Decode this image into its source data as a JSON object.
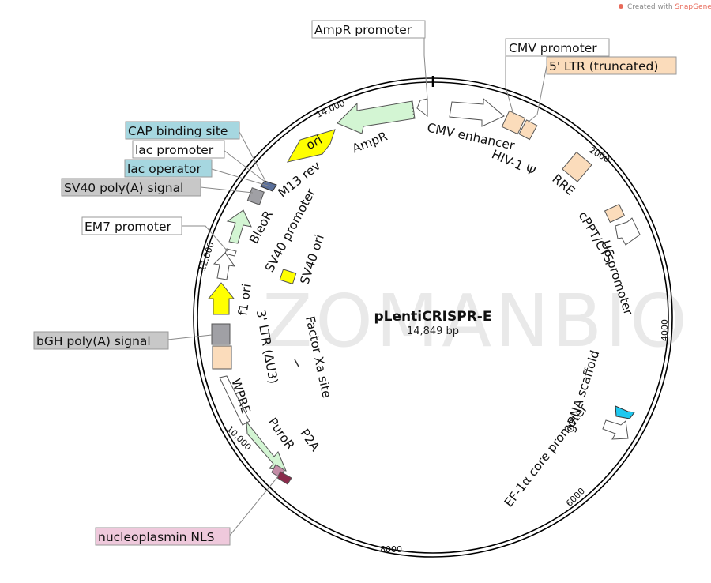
{
  "credit": {
    "prefix": "Created with ",
    "brand": "SnapGene",
    "suffix": "®"
  },
  "watermark": "ZOMANBIO",
  "plasmid": {
    "name": "pLentiCRISPR-E",
    "size": "14,849 bp"
  },
  "ticks": [
    "2000",
    "4000",
    "6000",
    "8000",
    "10,000",
    "12,000",
    "14,000"
  ],
  "colors": {
    "amp": "#d3f5d3",
    "ori": "#ffff00",
    "ltr": "#fbdcbb",
    "grey": "#a0a0a5",
    "cyan": "#1ec8f0",
    "nls": "#c38ca6",
    "white": "#ffffff",
    "box_blue": "#a6d7e0",
    "box_pink": "#efc9dc",
    "box_grey": "#c8c8c8",
    "box_peach": "#fbdcbb"
  },
  "labels": {
    "ampr": "AmpR",
    "cmv_enhancer": "CMV enhancer",
    "hiv_psi": "HIV-1 Ψ",
    "rre": "RRE",
    "cppt": "cPPT/CTS",
    "u6": "U6 promoter",
    "grna": "gRNA scaffold",
    "ef1a": "EF-1α core promoter",
    "p2a": "P2A",
    "puror": "PuroR",
    "wpre": "WPRE",
    "ltr3": "3' LTR (ΔU3)",
    "factor_xa": "Factor Xa site",
    "f1_ori": "f1 ori",
    "sv40_ori": "SV40 ori",
    "sv40_promoter": "SV40 promoter",
    "bleor": "BleoR",
    "m13_rev": "M13 rev",
    "ori": "ori"
  },
  "boxes": {
    "ampr_promoter": "AmpR promoter",
    "cmv_promoter": "CMV promoter",
    "ltr5": "5' LTR (truncated)",
    "cap_site": "CAP binding site",
    "lac_promoter": "lac promoter",
    "lac_operator": "lac operator",
    "sv40_polya": "SV40 poly(A) signal",
    "em7": "EM7 promoter",
    "bgh_polya": "bGH poly(A) signal",
    "nls": "nucleoplasmin NLS"
  }
}
